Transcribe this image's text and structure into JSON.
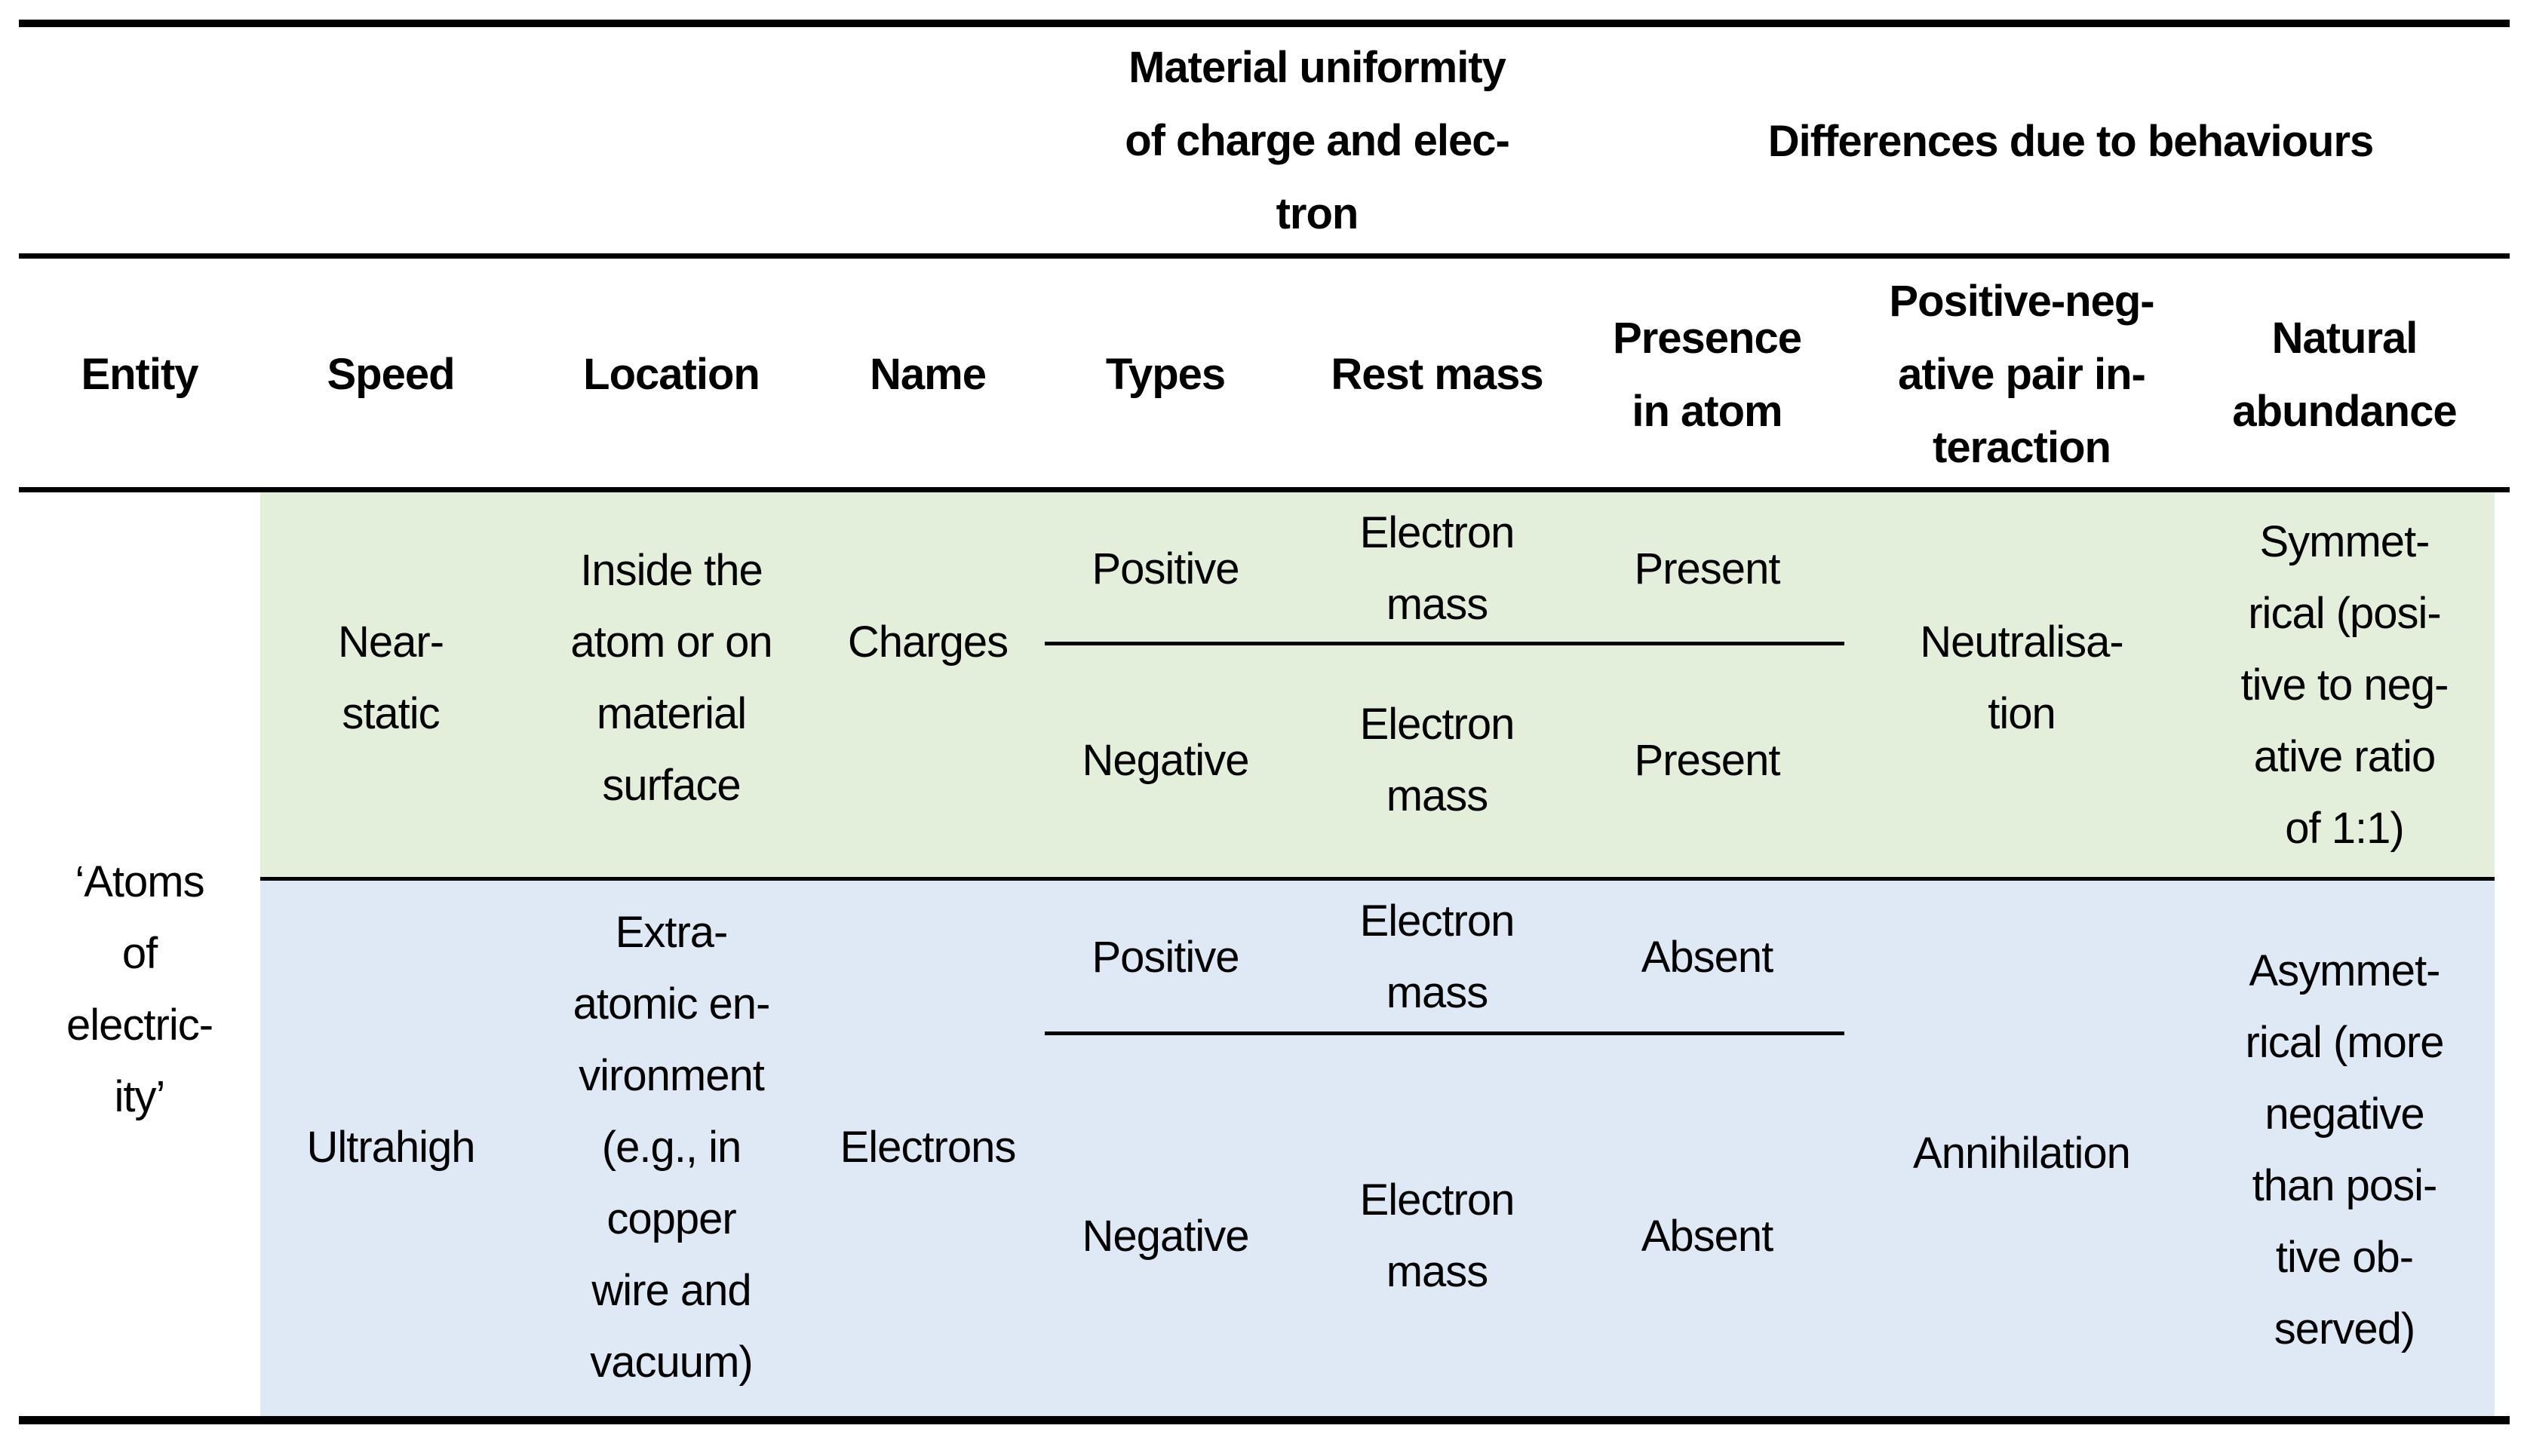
{
  "header": {
    "group1": [
      "Material uniformity",
      "of charge and elec-",
      "tron"
    ],
    "group2": "Differences due to behaviours"
  },
  "columns": {
    "entity": "Entity",
    "speed": "Speed",
    "location": "Location",
    "name": "Name",
    "types": "Types",
    "rest_mass": "Rest mass",
    "presence": [
      "Presence",
      "in atom"
    ],
    "pair_interaction": [
      "Positive-neg-",
      "ative pair in-",
      "teraction"
    ],
    "natural_abundance": [
      "Natural",
      "abundance"
    ]
  },
  "entity_cell": [
    "‘Atoms",
    "of",
    "electric-",
    "ity’"
  ],
  "rows": {
    "charges": {
      "speed": [
        "Near-",
        "static"
      ],
      "location": [
        "Inside the",
        "atom or on",
        "material",
        "surface"
      ],
      "name": "Charges",
      "positive": {
        "type": "Positive",
        "rest_mass": [
          "Electron",
          "mass"
        ],
        "presence": "Present"
      },
      "negative": {
        "type": "Negative",
        "rest_mass": [
          "Electron",
          "mass"
        ],
        "presence": "Present"
      },
      "interaction": [
        "Neutralisa-",
        "tion"
      ],
      "abundance": [
        "Symmet-",
        "rical (posi-",
        "tive to neg-",
        "ative ratio",
        "of 1:1)"
      ]
    },
    "electrons": {
      "speed": "Ultrahigh",
      "location": [
        "Extra-",
        "atomic en-",
        "vironment",
        "(e.g., in",
        "copper",
        "wire and",
        "vacuum)"
      ],
      "name": "Electrons",
      "positive": {
        "type": "Positive",
        "rest_mass": [
          "Electron",
          "mass"
        ],
        "presence": "Absent"
      },
      "negative": {
        "type": "Negative",
        "rest_mass": [
          "Electron",
          "mass"
        ],
        "presence": "Absent"
      },
      "interaction": "Annihilation",
      "abundance": [
        "Asymmet-",
        "rical (more",
        "negative",
        "than posi-",
        "tive ob-",
        "served)"
      ]
    }
  },
  "colors": {
    "green_bg": "#e3efda",
    "blue_bg": "#dee9f5",
    "rule": "#000000"
  }
}
